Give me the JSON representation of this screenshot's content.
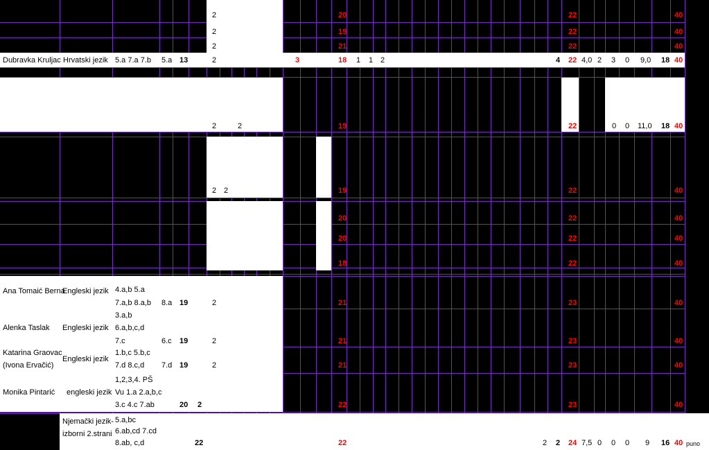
{
  "colors": {
    "grid_line": "#7a2bbf",
    "red_number": "#ff0000",
    "background": "#000000"
  },
  "top_rows": [
    {
      "c2": "2",
      "c20": "20",
      "c22": "22",
      "c40": "40"
    },
    {
      "c2": "2",
      "c20": "19",
      "c22": "22",
      "c40": "40"
    },
    {
      "c2": "2",
      "c20": "21",
      "c22": "22",
      "c40": "40"
    }
  ],
  "kruljac": {
    "name": "Dubravka Kruljac",
    "subject": "Hrvatski jezik",
    "classes": "5.a 7.a  7.b",
    "class_teacher": "5.a",
    "hours": "13",
    "c2": "2",
    "red3": "3",
    "t18": "18",
    "n1": "1",
    "n2": "1",
    "n3": "2",
    "n4": "4",
    "t22": "22",
    "v1": "4,0",
    "v2": "2",
    "v3": "3",
    "v4": "0",
    "v5": "9,0",
    "v6": "18",
    "t40": "40",
    "note": "puno"
  },
  "block_a": {
    "c2": "2",
    "c3": "2",
    "t19": "19",
    "t22": "22",
    "v4": "0",
    "v5": "0",
    "v6": "11,0",
    "v7": "18",
    "t40": "40"
  },
  "block_b": {
    "c2": "2",
    "c3": "2",
    "t19": "19",
    "t22": "22",
    "t40": "40"
  },
  "block_c_rows": [
    {
      "t20": "20",
      "t22": "22",
      "t40": "40"
    },
    {
      "t20": "20",
      "t22": "22",
      "t40": "40"
    },
    {
      "t20": "18",
      "t22": "22",
      "t40": "40"
    }
  ],
  "teachers": [
    {
      "name": "Ana Tomaić Berna",
      "subject": "Engleski jezik",
      "cls1": "4.a,b 5.a",
      "cls2": "7.a,b 8.a,b",
      "ct": "8.a",
      "hours": "19",
      "c2": "2",
      "t21": "21",
      "t23": "23",
      "t40": "40"
    },
    {
      "name": "Alenka Taslak",
      "subject": "Engleski jezik",
      "cls1": "3.a,b",
      "cls2": "6.a,b,c,d",
      "cls3": "7.c",
      "ct": "6.c",
      "hours": "19",
      "c2": "2",
      "t21": "21",
      "t23": "23",
      "t40": "40"
    },
    {
      "name1": "Katarina Graovac",
      "name2": "(Ivona Ervačić)",
      "subject": "Engleski jezik",
      "cls1": "1.b,c      5.b,c",
      "cls2": "7.d     8.c,d",
      "ct": "7.d",
      "hours": "19",
      "c2": "2",
      "t21": "21",
      "t23": "23",
      "t40": "40"
    },
    {
      "name": "Monika Pintarić",
      "subject": "engleski jezik",
      "cls1": "1,2,3,4. PŠ",
      "cls2": "Vu 1.a 2.a,b,c",
      "cls3": "3.c 4.c 7.ab",
      "hours": "20",
      "extra": "2",
      "t22": "22",
      "t23": "23",
      "t40": "40"
    }
  ],
  "njemacki": {
    "subject1": "Njemački jezik-",
    "subject2": "izborni 2.strani",
    "cls1": "5.a,bc",
    "cls2": "6.ab,cd  7.cd",
    "cls3": "8.ab, c,d",
    "hours": "22",
    "t22": "22",
    "n1": "2",
    "n2": "2",
    "t24": "24",
    "v1": "7,5",
    "v2": "0",
    "v3": "0",
    "v4": "0",
    "v5": "9",
    "v6": "16",
    "t40": "40",
    "note": "puno"
  }
}
